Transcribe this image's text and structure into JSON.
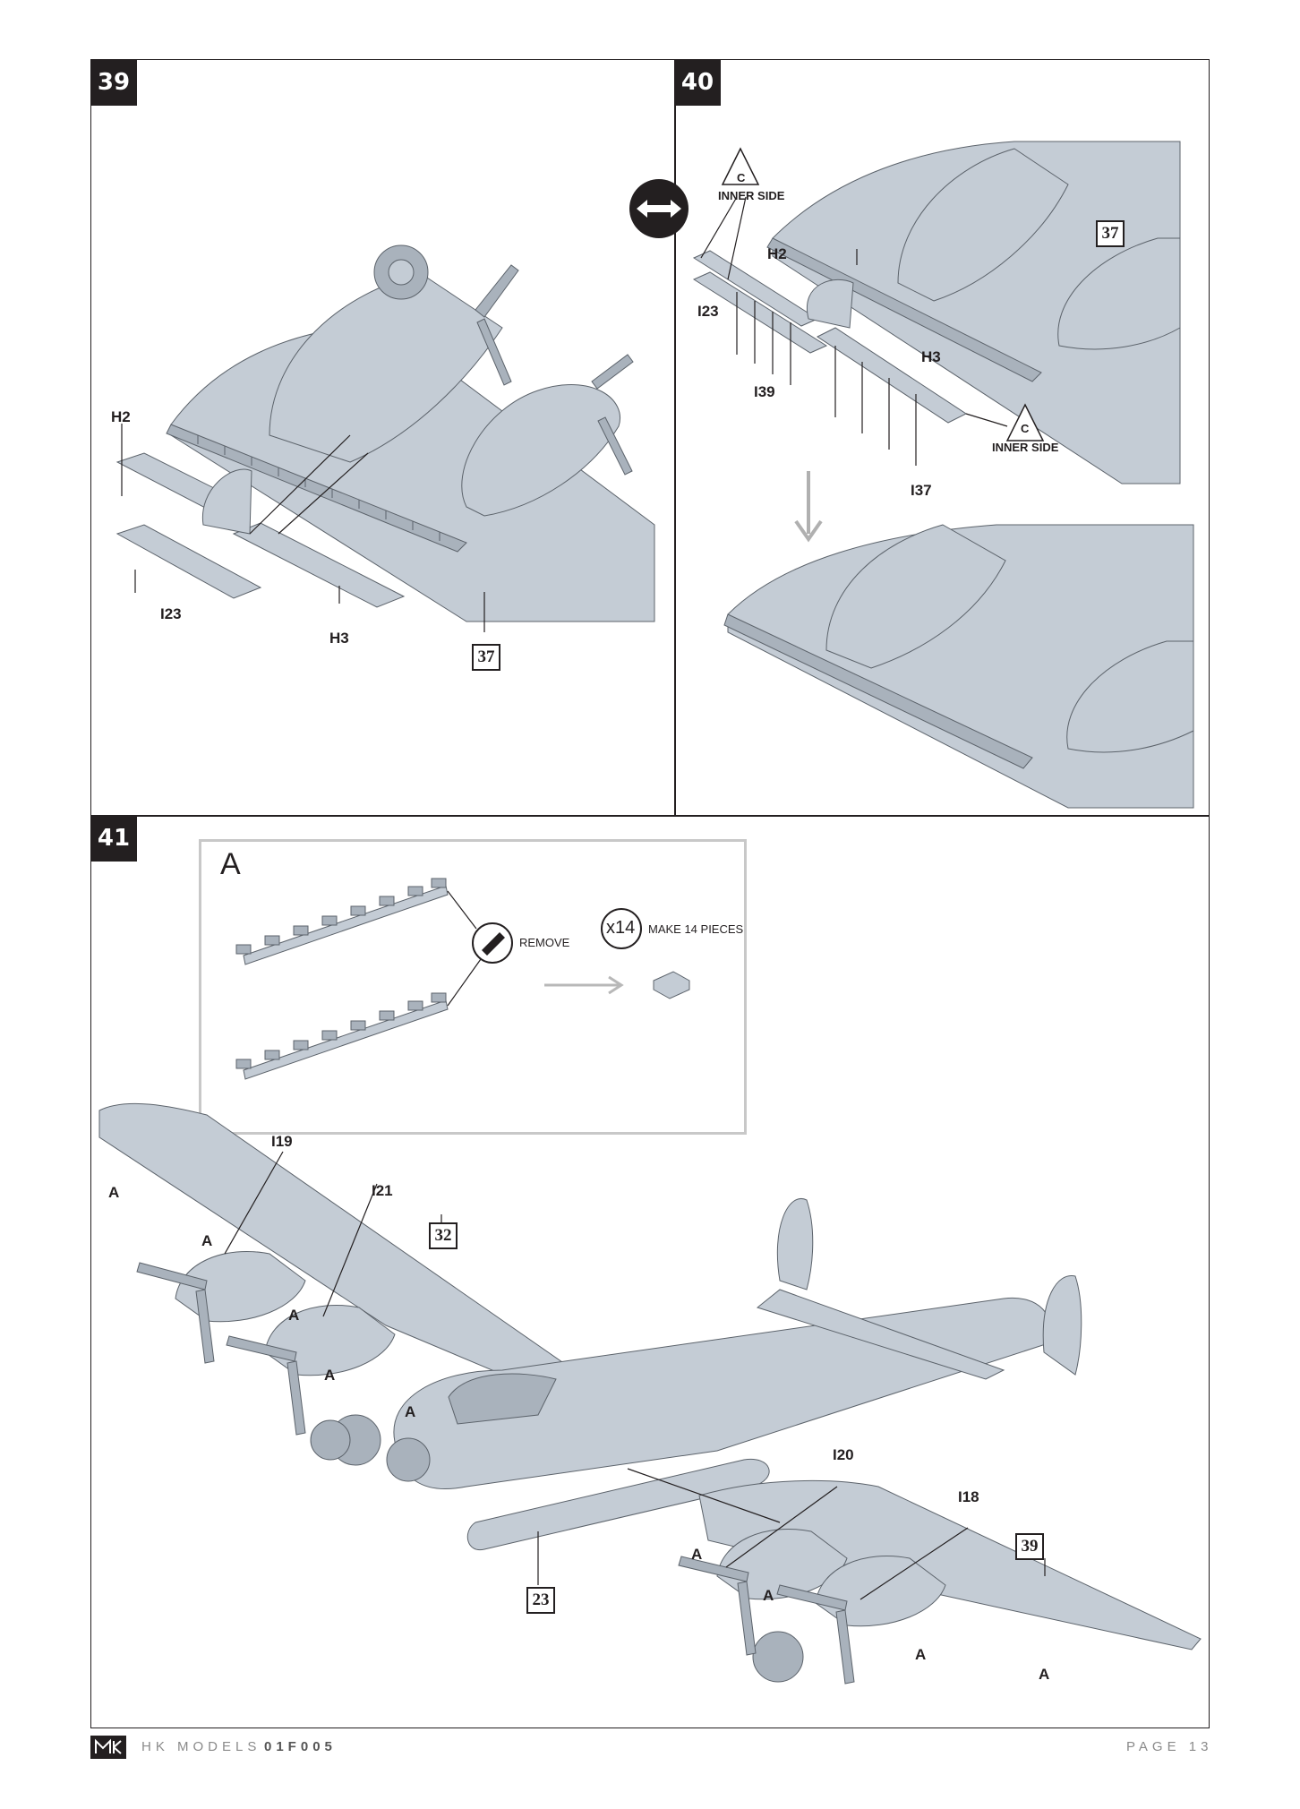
{
  "steps": [
    {
      "number": "39",
      "labels": {
        "h2": "H2",
        "i23": "I23",
        "h3": "H3",
        "ref": "37"
      }
    },
    {
      "number": "40",
      "labels": {
        "inner_side_top": "INNER SIDE",
        "inner_side_bottom": "INNER SIDE",
        "triangle_letter": "C",
        "h2": "H2",
        "i23": "I23",
        "i39": "I39",
        "h3": "H3",
        "i37": "I37",
        "ref": "37"
      }
    },
    {
      "number": "41",
      "labels": {
        "i19": "I19",
        "i21": "I21",
        "ref32": "32",
        "i20": "I20",
        "i18": "I18",
        "ref39": "39",
        "ref23": "23",
        "a": "A"
      }
    }
  ],
  "subassembly": {
    "letter": "A",
    "remove_label": "REMOVE",
    "multiplier": "x14",
    "make_label": "MAKE 14 PIECES"
  },
  "footer": {
    "brand": "HK MODELS",
    "code": "01F005",
    "page": "PAGE 13"
  },
  "colors": {
    "part": "#c4ccd5",
    "ink": "#231f20",
    "frame_sub": "#c8c8c8"
  }
}
